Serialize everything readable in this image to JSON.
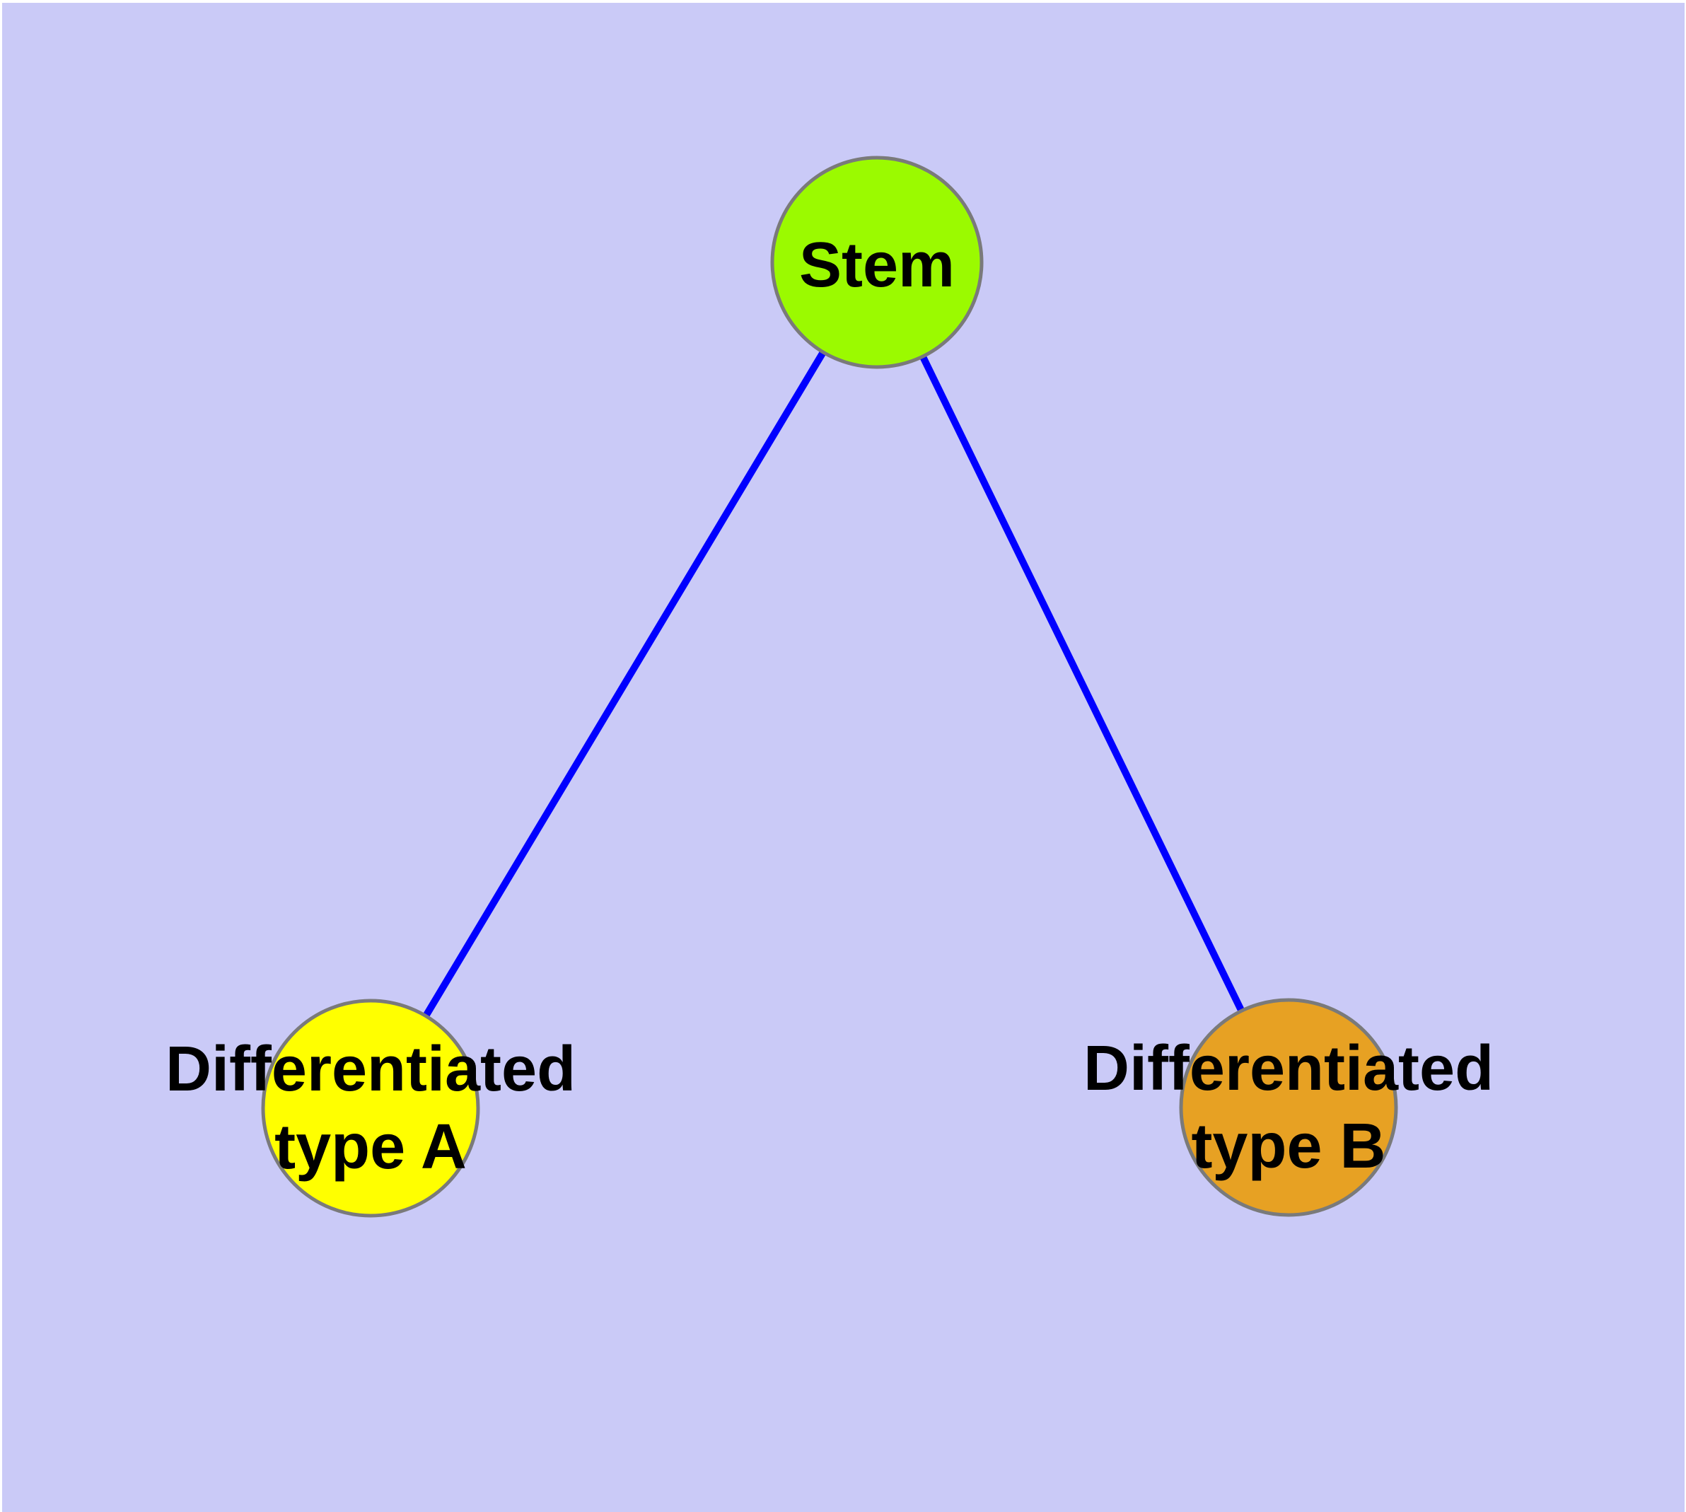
{
  "diagram": {
    "type": "graph",
    "background_color": "#CACAF7",
    "edge_color": "#0000FF",
    "node_border_color": "#7A7A7A",
    "text_color": "#000000",
    "nodes": [
      {
        "id": "stem",
        "label": "Stem",
        "color": "#9BFA00"
      },
      {
        "id": "type-a",
        "label_line1": "Differentiated",
        "label_line2": "type A",
        "color": "#FFFF00"
      },
      {
        "id": "type-b",
        "label_line1": "Differentiated",
        "label_line2": "type B",
        "color": "#E7A123"
      }
    ],
    "edges": [
      {
        "from": "Stem",
        "to": "Differentiated type A"
      },
      {
        "from": "Stem",
        "to": "Differentiated type B"
      }
    ]
  }
}
